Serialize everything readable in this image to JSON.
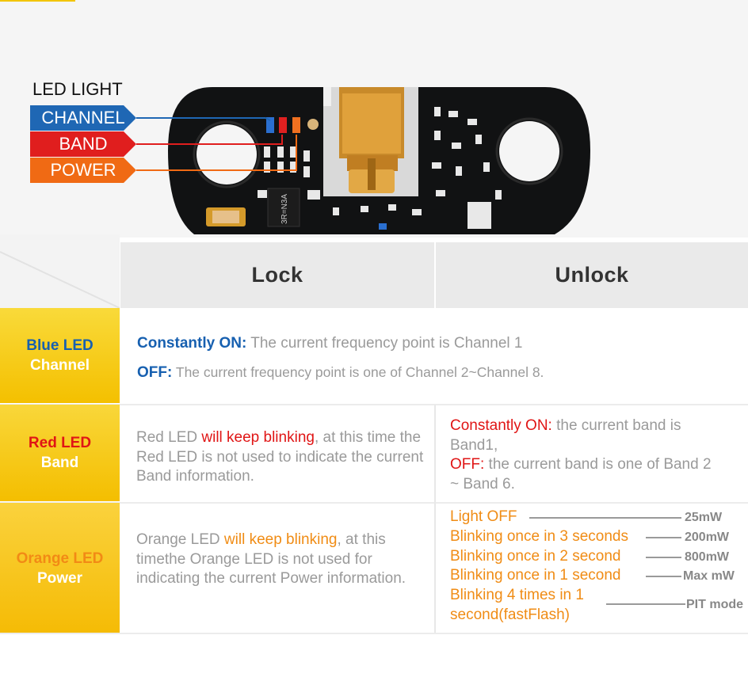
{
  "led_labels": {
    "title": "LED LIGHT",
    "channel": "CHANNEL",
    "band": "BAND",
    "power": "POWER"
  },
  "board": {
    "chip_marking": "3R=N3A"
  },
  "table": {
    "headers": {
      "lock": "Lock",
      "unlock": "Unlock"
    },
    "rows": {
      "blue": {
        "label_main": "Blue  LED",
        "label_sub": "Channel",
        "on_prefix": "Constantly ON:",
        "on_text": " The current frequency point is Channel 1",
        "off_prefix": "OFF:",
        "off_text": " The current frequency point is one of Channel 2~Channel 8."
      },
      "red": {
        "label_main": "Red  LED",
        "label_sub": "Band",
        "lock_a": "Red LED ",
        "lock_hl": "will keep blinking",
        "lock_b": ", at this time the Red LED is not used to indicate the current Band information.",
        "unlock_on_prefix": "Constantly ON:",
        "unlock_on_text": " the current band is Band1,",
        "unlock_off_prefix": "OFF:",
        "unlock_off_text": " the current band is one of Band 2 ~ Band 6."
      },
      "orange": {
        "label_main": "Orange LED",
        "label_sub": "Power",
        "lock_a": "Orange LED ",
        "lock_hl": "will keep blinking",
        "lock_b": ", at this timethe Orange LED is not used for indicating the current Power information.",
        "unlock_items": [
          {
            "text": "Light OFF",
            "power": "25mW"
          },
          {
            "text": "Blinking once in 3 seconds",
            "power": "200mW"
          },
          {
            "text": "Blinking once in 2 second",
            "power": "800mW"
          },
          {
            "text": "Blinking once in 1 second",
            "power": "Max mW"
          },
          {
            "text": "Blinking 4 times in 1 second(fastFlash)",
            "power": "PIT mode"
          }
        ]
      }
    }
  },
  "colors": {
    "blue": "#1760b0",
    "red": "#e01515",
    "orange": "#f08c15",
    "yellow": "#f4c000",
    "gray_text": "#9a9a9a"
  }
}
